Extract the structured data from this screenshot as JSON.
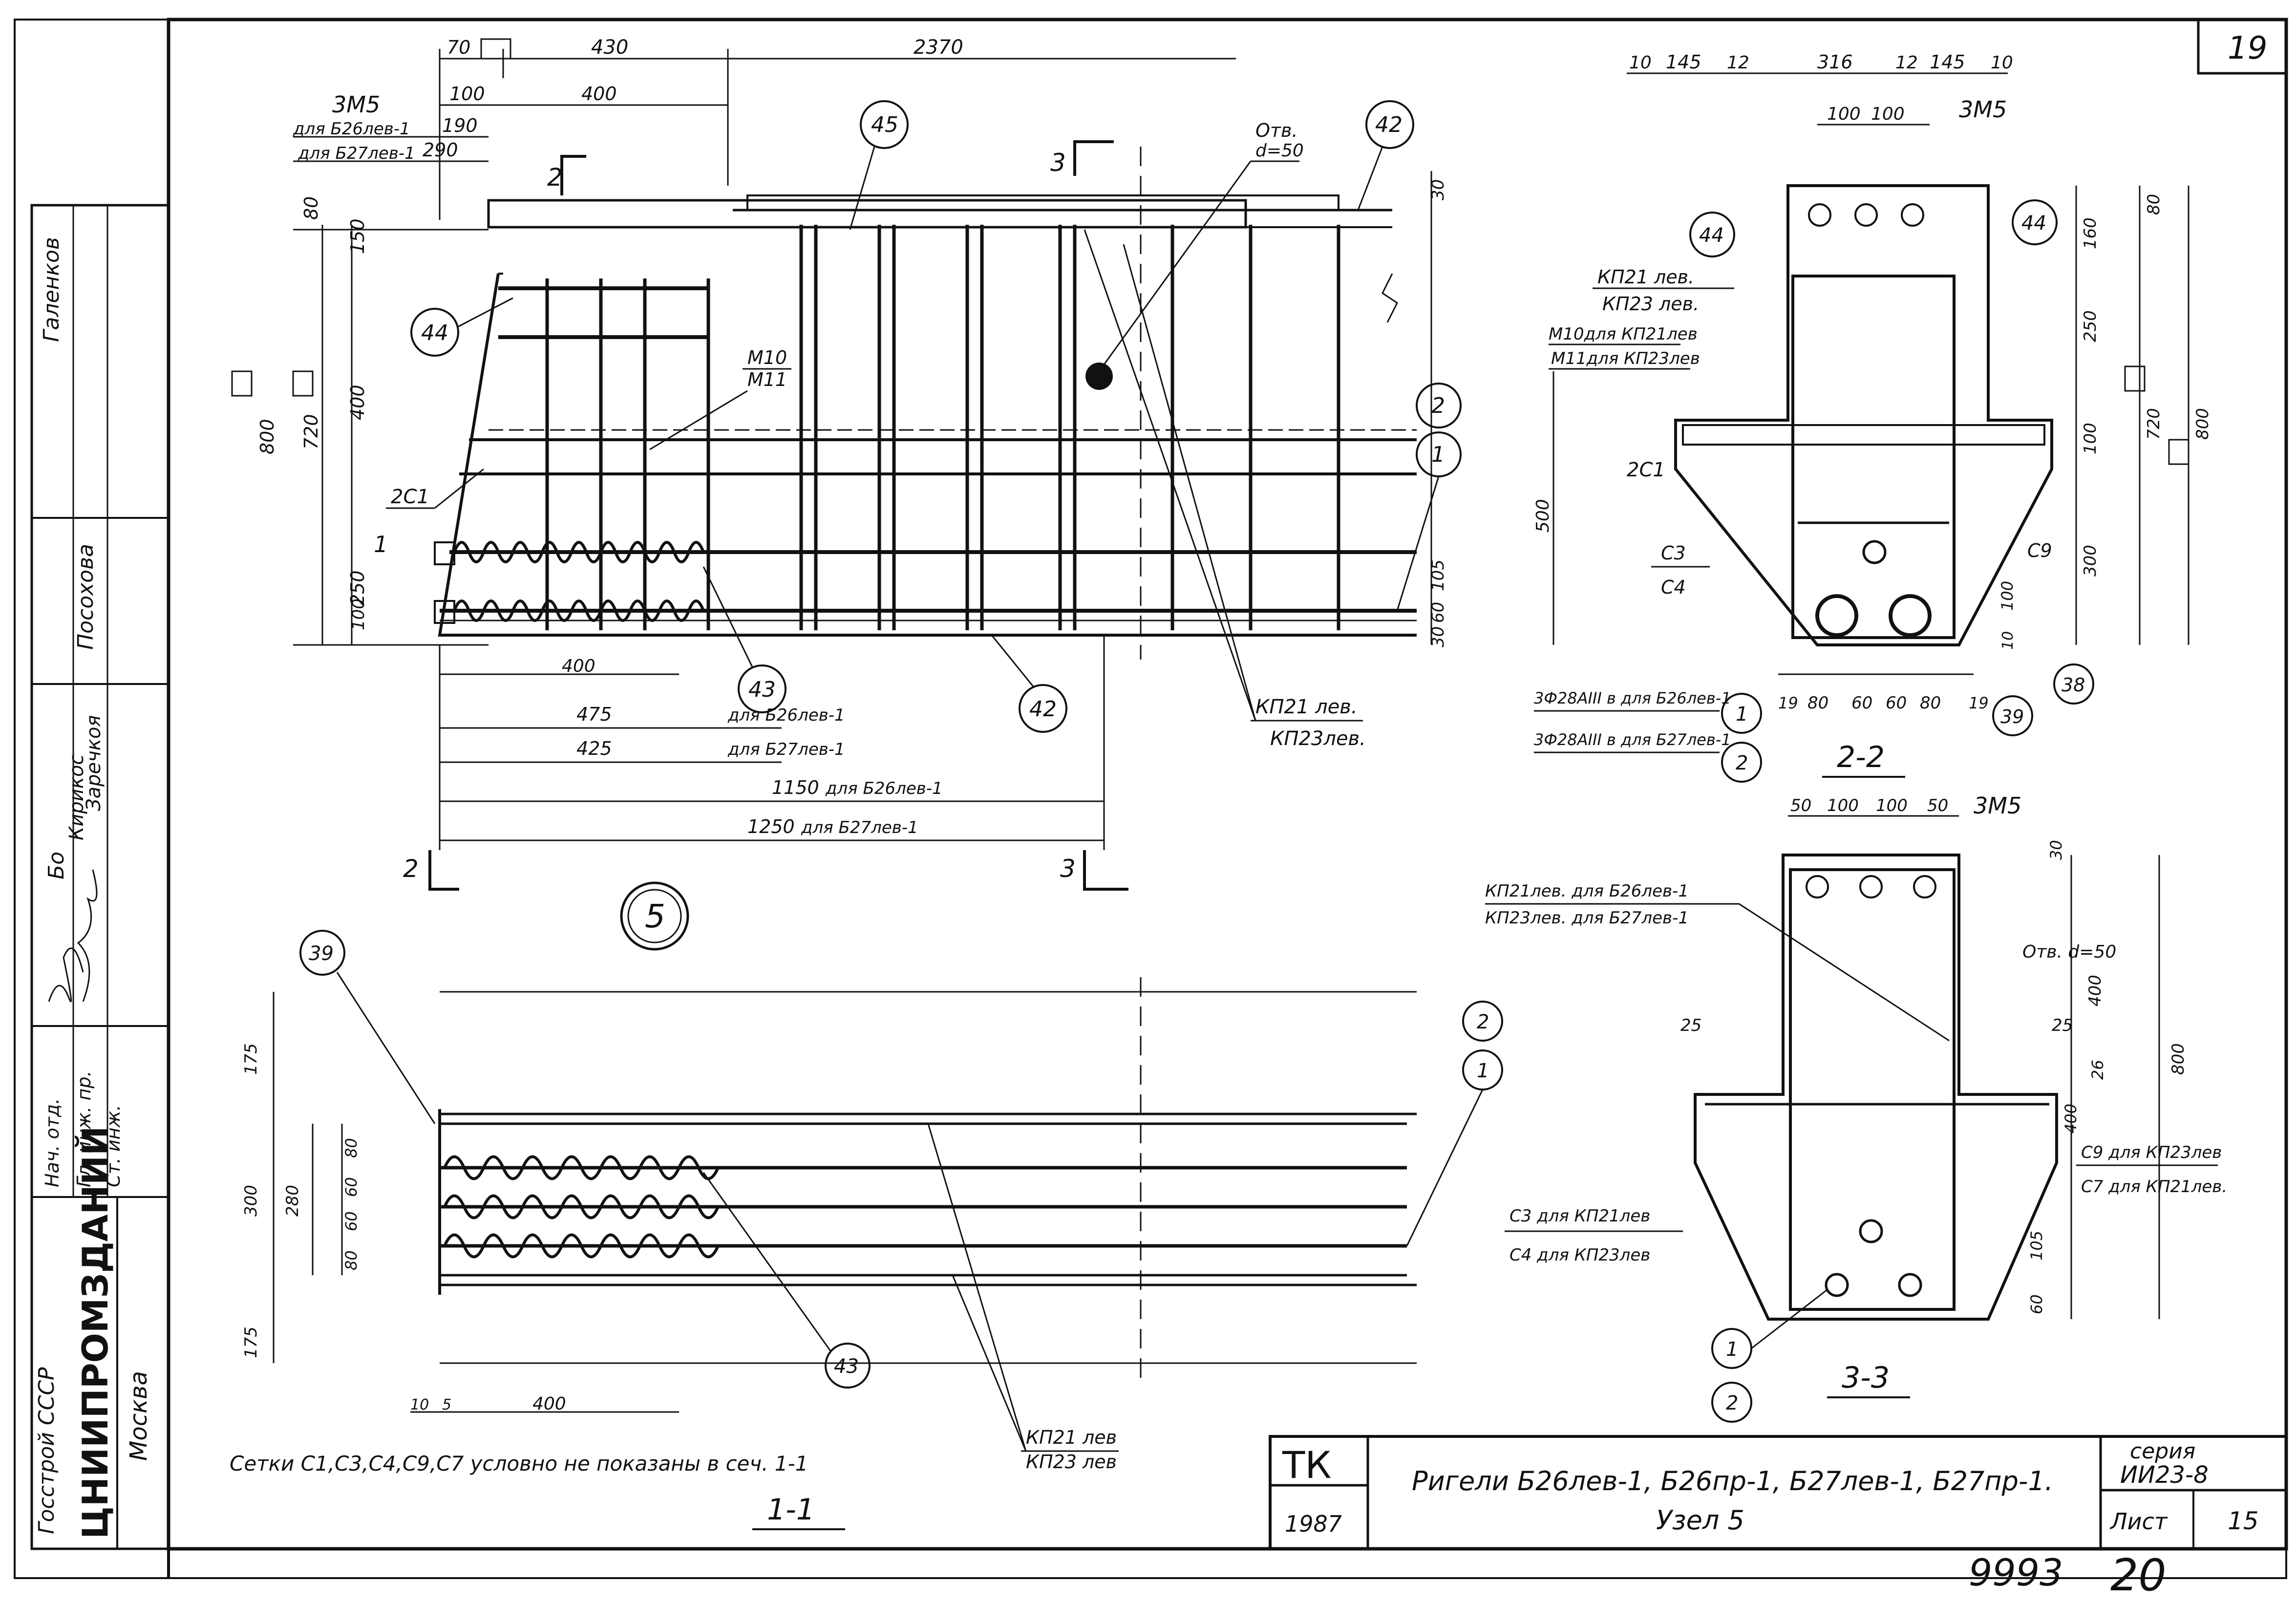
{
  "sheet": {
    "page_number": "19",
    "stamp_number": "9993",
    "stamp_suffix": "20"
  },
  "left_strip": {
    "names": [
      "Галенков",
      "Посохова",
      "Бо",
      "Кирикос",
      "Заречкоя"
    ],
    "roles": [
      "Нач. отд.",
      "Гл. инж. пр.",
      "Ст. инж."
    ],
    "org_line1": "Госстрой СССР",
    "org_line2": "ЦНИИПРОМЗДАНИЙ",
    "org_city": "Москва"
  },
  "title_block": {
    "tk": "ТК",
    "year": "1987",
    "title_line1": "Ригели Б26лев-1, Б26пр-1, Б27лев-1, Б27пр-1.",
    "title_line2": "Узел 5",
    "series_label": "серия",
    "series_value": "ИИ23-8",
    "sheet_label": "Лист",
    "sheet_value": "15"
  },
  "main_view": {
    "node_number": "5",
    "dims_top": [
      "70",
      "430",
      "2370",
      "100",
      "400",
      "190",
      "290"
    ],
    "labels": {
      "zm5": "3М5",
      "for_b26": "для Б26лев-1",
      "for_b27": "для Б27лев-1",
      "hole": "Отв.",
      "hole_d": "d=50",
      "m10": "М10",
      "m11": "М11",
      "c1": "2С1",
      "kp21": "КП21 лев.",
      "kp23": "КП23лев."
    },
    "dims_left": [
      "80",
      "150",
      "400",
      "250",
      "100",
      "800",
      "720"
    ],
    "dims_right": [
      "30",
      "105",
      "60",
      "30"
    ],
    "dims_bottom": [
      {
        "value": "400",
        "note": ""
      },
      {
        "value": "475",
        "note": "для Б26лев-1"
      },
      {
        "value": "425",
        "note": "для Б27лев-1"
      },
      {
        "value": "1150",
        "note": "для Б26лев-1"
      },
      {
        "value": "1250",
        "note": "для Б27лев-1"
      }
    ],
    "callouts": [
      "45",
      "42",
      "44",
      "2",
      "1",
      "43",
      "42"
    ],
    "section_marks": [
      "2",
      "3",
      "1",
      "2",
      "3"
    ]
  },
  "section_22": {
    "title": "2-2",
    "dims_top": [
      "10",
      "145",
      "12",
      "316",
      "12",
      "145",
      "10",
      "100",
      "100"
    ],
    "labels": [
      "3М5",
      "КП21 лев.",
      "КП23 лев.",
      "М10для КП21лев",
      "М11для КП23лев",
      "2С1",
      "С3",
      "С4",
      "С9",
      "3Ф28АIII в для Б26лев-1",
      "3Ф28АIII в для Б27лев-1"
    ],
    "dims_right": [
      "80",
      "160",
      "250",
      "100",
      "300",
      "720",
      "800",
      "100",
      "10"
    ],
    "dims_left": [
      "500"
    ],
    "dims_bottom": [
      "19",
      "80",
      "60",
      "60",
      "80",
      "19"
    ],
    "callouts": [
      "44",
      "44",
      "1",
      "2",
      "39",
      "38"
    ]
  },
  "section_33": {
    "title": "3-3",
    "dims_top": [
      "50",
      "100",
      "100",
      "50"
    ],
    "labels": [
      "3М5",
      "КП21лев. для Б26лев-1",
      "КП23лев. для Б27лев-1",
      "Отв. d=50",
      "С3 для КП21лев",
      "С4 для КП23лев",
      "С9 для КП23лев",
      "С7 для КП21лев."
    ],
    "dims_right": [
      "30",
      "400",
      "800",
      "26",
      "400",
      "105",
      "60"
    ],
    "dims_side": [
      "25",
      "25"
    ],
    "callouts": [
      "1",
      "2"
    ]
  },
  "section_11": {
    "title": "1-1",
    "note": "Сетки С1,С3,С4,С9,С7 условно не показаны в сеч. 1-1",
    "dims_left": [
      "175",
      "300",
      "280",
      "80",
      "60",
      "60",
      "80",
      "175"
    ],
    "dims_bottom": [
      "10",
      "5",
      "400"
    ],
    "labels": [
      "КП21 лев",
      "КП23 лев"
    ],
    "callouts": [
      "39",
      "2",
      "1",
      "43"
    ]
  }
}
